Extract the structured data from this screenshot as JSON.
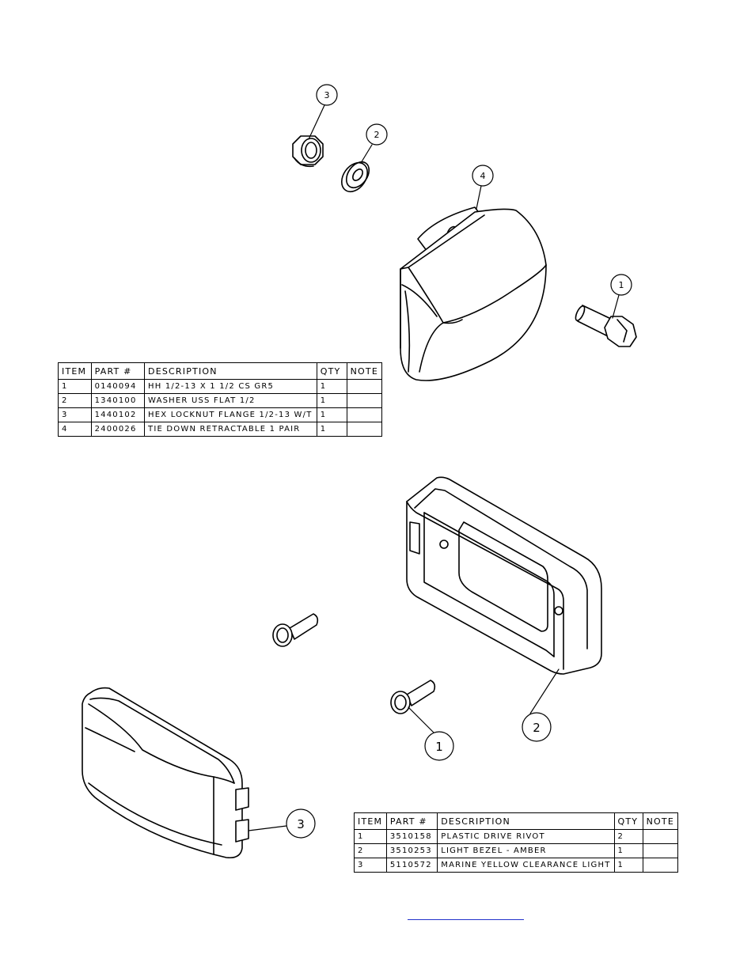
{
  "kit_a": {
    "balloons": [
      "3",
      "2",
      "4",
      "1"
    ],
    "bom": {
      "headers": [
        "ITEM",
        "PART #",
        "DESCRIPTION",
        "QTY",
        "NOTE"
      ],
      "rows": [
        [
          "1",
          "0140094",
          "HH 1/2-13 X 1 1/2 CS GR5",
          "1",
          ""
        ],
        [
          "2",
          "1340100",
          "WASHER USS FLAT 1/2",
          "1",
          ""
        ],
        [
          "3",
          "1440102",
          "HEX LOCKNUT FLANGE 1/2-13 W/T",
          "1",
          ""
        ],
        [
          "4",
          "2400026",
          "TIE DOWN RETRACTABLE 1 PAIR",
          "1",
          ""
        ]
      ]
    }
  },
  "kit_b": {
    "balloons": [
      "2",
      "1",
      "3"
    ],
    "bom": {
      "headers": [
        "ITEM",
        "PART #",
        "DESCRIPTION",
        "QTY",
        "NOTE"
      ],
      "rows": [
        [
          "1",
          "3510158",
          "PLASTIC DRIVE RIVOT",
          "2",
          ""
        ],
        [
          "2",
          "3510253",
          "LIGHT BEZEL - AMBER",
          "1",
          ""
        ],
        [
          "3",
          "5110572",
          "MARINE YELLOW CLEARANCE LIGHT",
          "1",
          ""
        ]
      ]
    }
  },
  "footer": {
    "link_text": ""
  },
  "colors": {
    "line": "#000000",
    "link": "#2233cc"
  }
}
